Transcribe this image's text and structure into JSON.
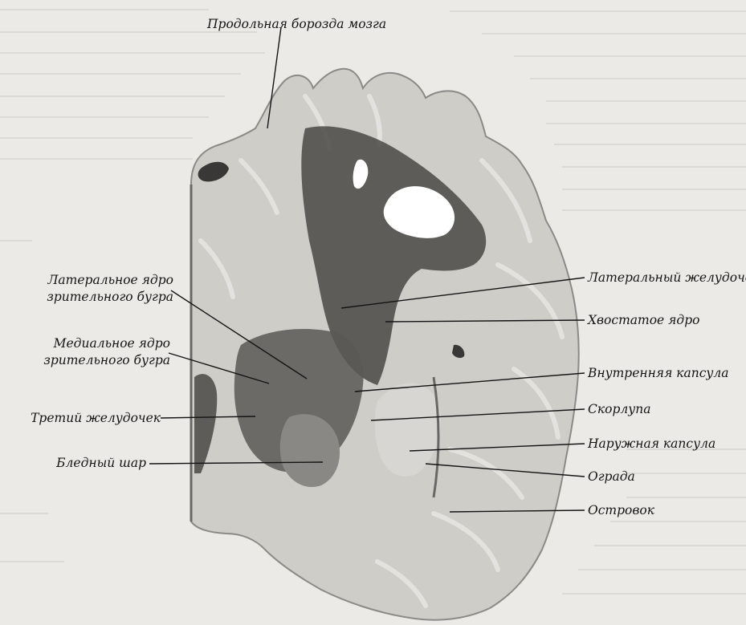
{
  "labels": {
    "fissure": "Продольная борозда мозга",
    "lateral_nucleus_line1": "Латеральное ядро",
    "lateral_nucleus_line2": "зрительного бугра",
    "medial_nucleus_line1": "Медиальное ядро",
    "medial_nucleus_line2": "зрительного бугра",
    "third_ventricle": "Третий желудочек",
    "globus_pallidus": "Бледный шар",
    "lateral_ventricle": "Латеральный желудочек",
    "caudate_nucleus": "Хвостатое ядро",
    "internal_capsule": "Внутренняя капсула",
    "putamen": "Скорлупа",
    "external_capsule": "Наружная капсула",
    "claustrum": "Ограда",
    "insula": "Островок"
  },
  "colors": {
    "background": "#ebeae6",
    "tissue": "#cfcdc8",
    "dark_stain": "#3e3c3a",
    "ink": "#141414"
  }
}
